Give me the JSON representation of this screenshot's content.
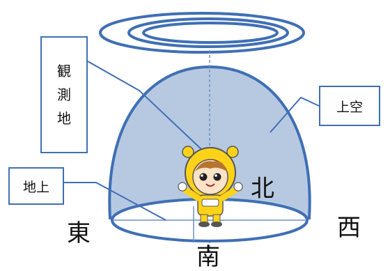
{
  "labels": {
    "observer": [
      "観",
      "測",
      "地"
    ],
    "sky": "上空",
    "ground": "地上"
  },
  "directions": {
    "east": "東",
    "west": "西",
    "south": "南",
    "north": "北"
  },
  "colors": {
    "dome_fill": "#b7c9e1",
    "outline": "#3f6fb5",
    "mascot_yellow": "#ffd21a"
  },
  "icons": [
    "mascot-character-icon",
    "halo-rings-icon"
  ]
}
